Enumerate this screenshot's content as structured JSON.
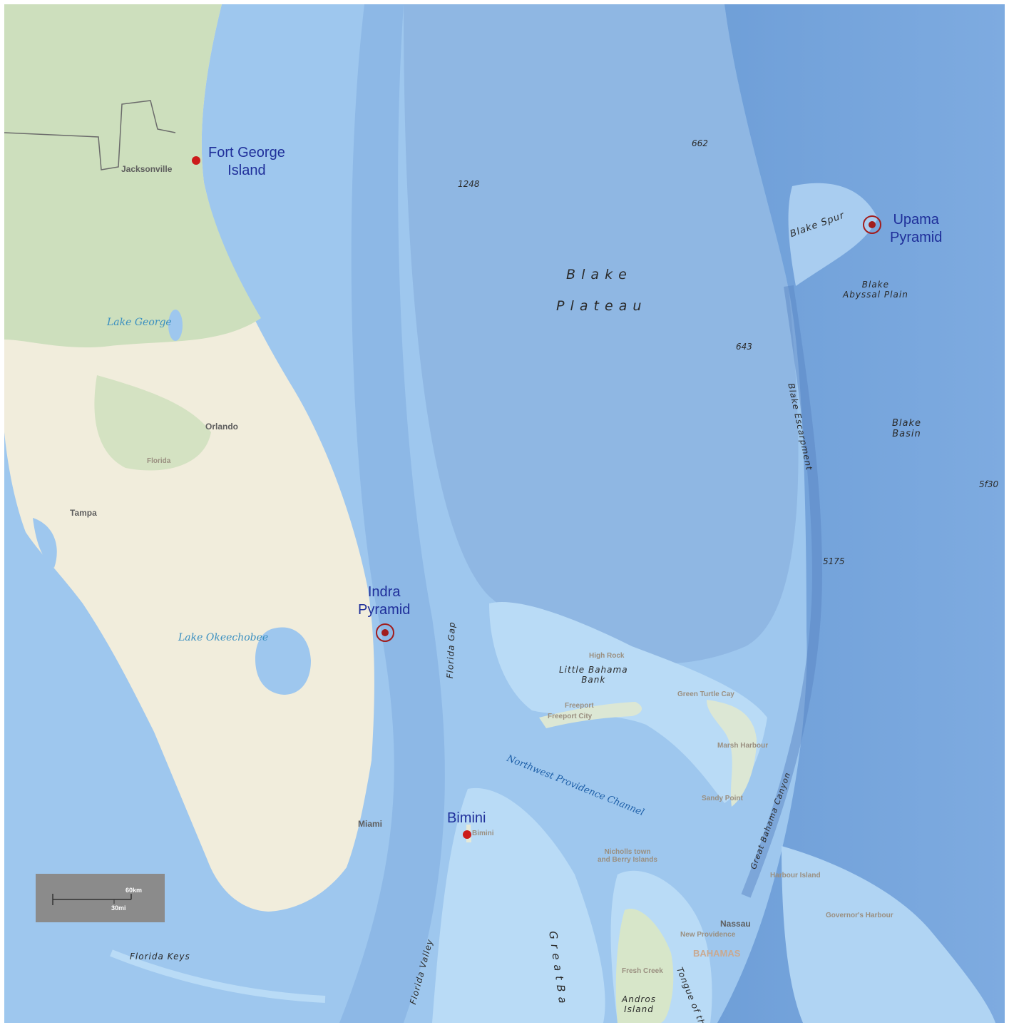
{
  "markers": {
    "fort_george": "Fort George\nIsland",
    "indra": "Indra\nPyramid",
    "upama": "Upama\nPyramid",
    "bimini": "Bimini"
  },
  "regions": {
    "blake": "B l a k e",
    "plateau": "P l a t e a u",
    "blake_spur": "Blake Spur",
    "blake_abyssal": "Blake\nAbyssal Plain",
    "blake_escarpment": "Blake Escarpment",
    "blake_basin": "Blake\nBasin",
    "florida_gap": "Florida Gap",
    "florida_valley": "Florida Valley",
    "florida_keys": "Florida Keys",
    "little_bahama_bank": "Little Bahama\nBank",
    "great_bahama_canyon": "Great Bahama Canyon",
    "tongue": "Tongue of th",
    "great_ba": "G r e a t   B a",
    "nw_channel": "Northwest Providence Channel",
    "andros": "Andros\nIsland"
  },
  "depths": {
    "d662": "662",
    "d1248": "1248",
    "d643": "643",
    "d5175": "5175",
    "d5f30": "5f30"
  },
  "cities": {
    "jacksonville": "Jacksonville",
    "orlando": "Orlando",
    "tampa": "Tampa",
    "miami": "Miami",
    "florida": "Florida",
    "nassau": "Nassau"
  },
  "lakes": {
    "george": "Lake George",
    "okeechobee": "Lake Okeechobee"
  },
  "faint_labels": {
    "high_rock": "High Rock",
    "freeport": "Freeport",
    "freeport_city": "Freeport City",
    "green_turtle": "Green Turtle Cay",
    "marsh_harbour": "Marsh Harbour",
    "sandy_point": "Sandy Point",
    "nicholls": "Nicholls town\nand Berry Islands",
    "harbour_island": "Harbour Island",
    "governors": "Governor's Harbour",
    "new_providence": "New Providence",
    "bahamas": "BAHAMAS",
    "fresh_creek": "Fresh Creek",
    "bimini_small": "Bimini"
  },
  "scale": {
    "km": "60km",
    "mi": "30mi"
  }
}
